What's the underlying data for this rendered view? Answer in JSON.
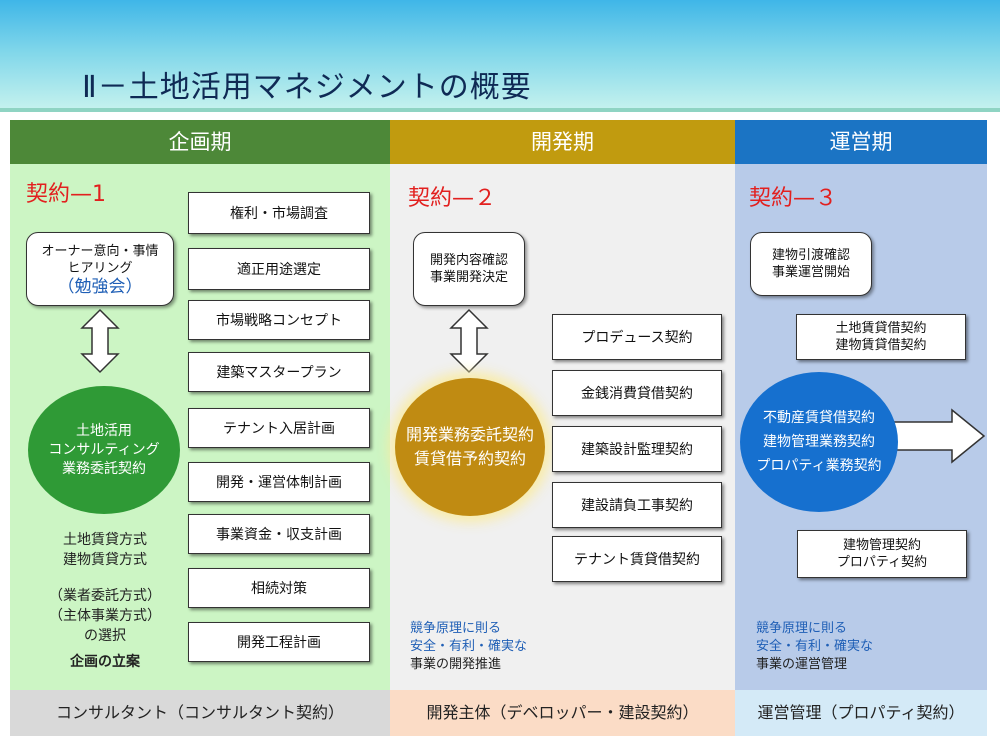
{
  "title": "Ⅱ－土地活用マネジメントの概要",
  "phases": {
    "planning": {
      "header": "企画期",
      "contract_label": "契約—1",
      "meeting_lines": [
        "オーナー意向・事情",
        "ヒアリング"
      ],
      "meeting_note": "（勉強会）",
      "items": [
        "権利・市場調査",
        "適正用途選定",
        "市場戦略コンセプト",
        "建築マスタープラン",
        "テナント入居計画",
        "開発・運営体制計画",
        "事業資金・収支計画",
        "相続対策",
        "開発工程計画"
      ],
      "circle_lines": [
        "土地活用",
        "コンサルティング",
        "業務委託契約"
      ],
      "methods_lines": [
        "土地賃貸方式",
        "建物賃貸方式"
      ],
      "options_lines": [
        "（業者委託方式）",
        "（主体事業方式）",
        "の選択"
      ],
      "conclusion": "企画の立案",
      "footer": "コンサルタント（コンサルタント契約）"
    },
    "development": {
      "header": "開発期",
      "contract_label": "契約—２",
      "confirm_lines": [
        "開発内容確認",
        "事業開発決定"
      ],
      "circle_lines": [
        "開発業務委託契約",
        "賃貸借予約契約"
      ],
      "contracts": [
        "プロデュース契約",
        "金銭消費貸借契約",
        "建築設計監理契約",
        "建設請負工事契約",
        "テナント賃貸借契約"
      ],
      "note_lines": [
        "競争原理に則る",
        "安全・有利・確実な"
      ],
      "note_last": "事業の開発推進",
      "footer": "開発主体（デベロッパー・建設契約）"
    },
    "operation": {
      "header": "運営期",
      "contract_label": "契約—３",
      "confirm_lines": [
        "建物引渡確認",
        "事業運営開始"
      ],
      "lease_lines": [
        "土地賃貸借契約",
        "建物賃貸借契約"
      ],
      "circle_lines": [
        "不動産賃貸借契約",
        "建物管理業務契約",
        "プロパティ業務契約"
      ],
      "mgmt_lines": [
        "建物管理契約",
        "プロパティ契約"
      ],
      "note_lines": [
        "競争原理に則る",
        "安全・有利・確実な"
      ],
      "note_last": "事業の運営管理",
      "footer": "運営管理（プロパティ契約）"
    }
  },
  "colors": {
    "planning_header": "#4d8838",
    "development_header": "#c19b0f",
    "operation_header": "#1b74c4",
    "contract_label": "#e2201f"
  }
}
